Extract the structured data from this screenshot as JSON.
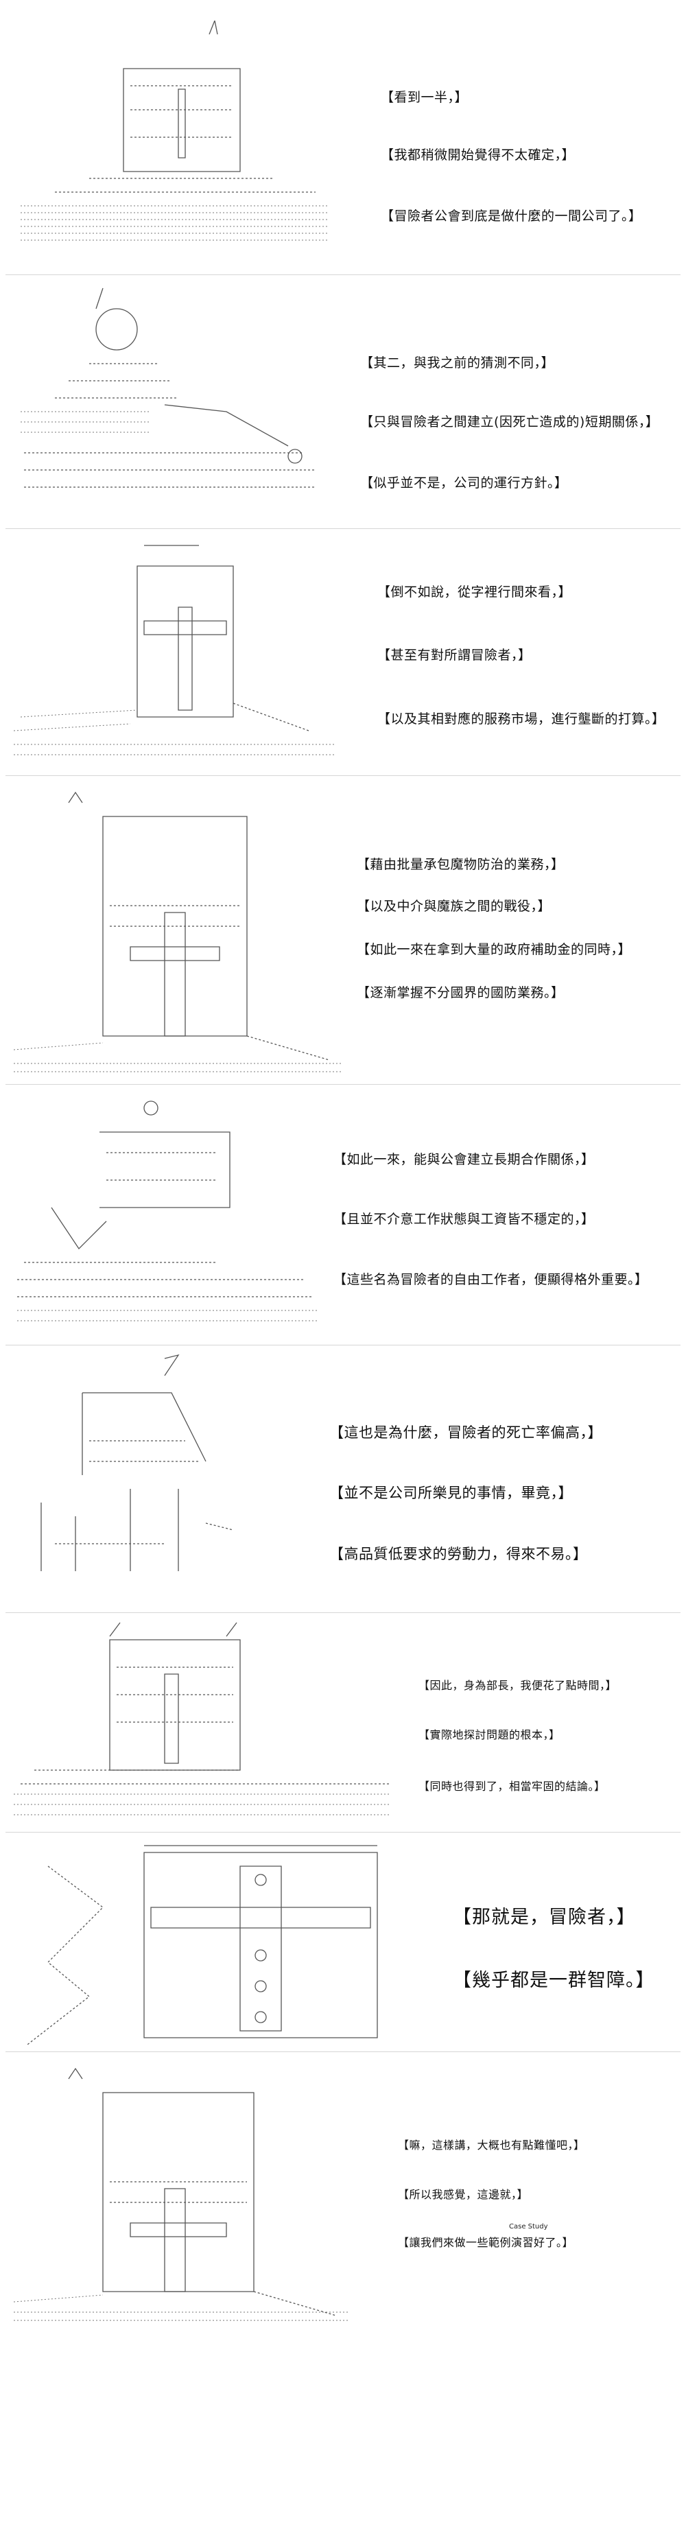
{
  "panels": [
    {
      "lines": [
        "【看到一半，】",
        "【我都稍微開始覺得不太確定，】",
        "【冒險者公會到底是做什麼的一間公司了。】"
      ]
    },
    {
      "lines": [
        "【其二，與我之前的猜測不同，】",
        "【只與冒險者之間建立(因死亡造成的)短期關係，】",
        "【似乎並不是，公司的運行方針。】"
      ]
    },
    {
      "lines": [
        "【倒不如說，從字裡行間來看，】",
        "【甚至有對所謂冒險者，】",
        "【以及其相對應的服務市場，進行壟斷的打算。】"
      ]
    },
    {
      "lines": [
        "【藉由批量承包魔物防治的業務，】",
        "【以及中介與魔族之間的戰役，】",
        "【如此一來在拿到大量的政府補助金的同時，】",
        "【逐漸掌握不分國界的國防業務。】"
      ]
    },
    {
      "lines": [
        "【如此一來，能與公會建立長期合作關係，】",
        "【且並不介意工作狀態與工資皆不穩定的，】",
        "【這些名為冒險者的自由工作者，便顯得格外重要。】"
      ]
    },
    {
      "lines": [
        "【這也是為什麼，冒險者的死亡率偏高，】",
        "【並不是公司所樂見的事情，畢竟，】",
        "【高品質低要求的勞動力，得來不易。】"
      ]
    },
    {
      "lines": [
        "【因此，身為部長，我便花了點時間，】",
        "【實際地探討問題的根本，】",
        "【同時也得到了，相當牢固的結論。】"
      ]
    },
    {
      "lines": [
        "【那就是，冒險者，】",
        "【幾乎都是一群智障。】"
      ]
    },
    {
      "lines": [
        "【嘛，這樣講，大概也有點難懂吧，】",
        "【所以我感覺，這邊就，】",
        "【讓我們來做一些範例演習好了。】"
      ],
      "ruby": "Case Study"
    }
  ]
}
